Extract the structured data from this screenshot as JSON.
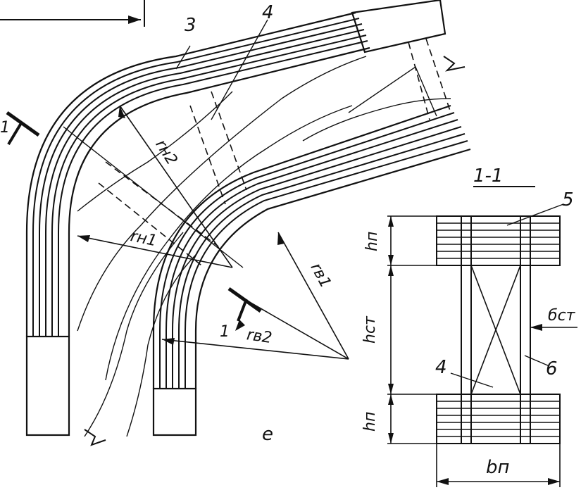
{
  "labels": {
    "part_3": "3",
    "part_4_top": "4",
    "part_4_section": "4",
    "part_5": "5",
    "part_6": "6",
    "section_title": "1-1",
    "r_n1": "rн1",
    "r_n2": "rн2",
    "r_v1": "rв1",
    "r_v2": "rв2",
    "h_p_top": "hп",
    "h_st": "hст",
    "h_p_bottom": "hп",
    "b_st": "бст",
    "b_p": "bп",
    "figure_letter": "e",
    "section_marker_left": "1",
    "section_marker_right": "1"
  },
  "colors": {
    "ink": "#111111",
    "paper": "#ffffff"
  }
}
